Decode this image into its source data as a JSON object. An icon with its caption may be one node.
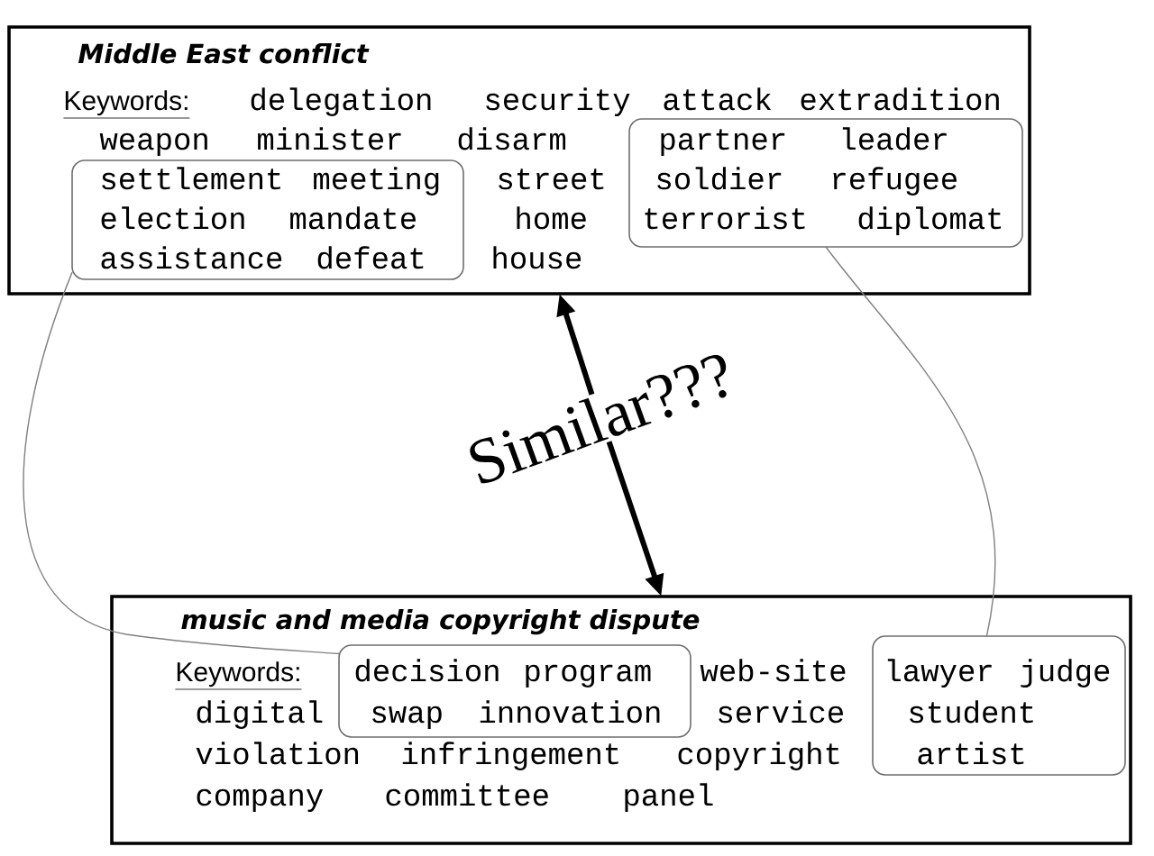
{
  "diagram": {
    "nodes": [
      {
        "text": [
          "Middle East conflict",
          "Keywords:",
          "delegation",
          "security",
          "attack",
          "extradition",
          "weapon",
          "minister",
          "disarm",
          "street",
          "home",
          "house"
        ]
      },
      {
        "text": [
          "settlement",
          "meeting",
          "election",
          "mandate",
          "assistance",
          "defeat"
        ],
        "in": 0
      },
      {
        "text": [
          "partner",
          "leader",
          "soldier",
          "refugee",
          "terrorist",
          "diplomat"
        ],
        "in": 0
      },
      {
        "text": [
          "Similar???"
        ]
      },
      {
        "text": [
          "music and media copyright dispute",
          "Keywords:",
          "web-site",
          "digital",
          "service",
          "violation",
          "infringement",
          "copyright",
          "company",
          "committee",
          "panel"
        ]
      },
      {
        "text": [
          "decision",
          "program",
          "swap",
          "innovation"
        ],
        "in": 4
      },
      {
        "text": [
          "lawyer",
          "judge",
          "student",
          "artist"
        ],
        "in": 4
      }
    ],
    "edges": [
      {
        "from": 3,
        "to": 0,
        "arrow": "to",
        "style": "thick"
      },
      {
        "from": 3,
        "to": 4,
        "arrow": "to",
        "style": "thick"
      },
      {
        "from": 1,
        "to": 5,
        "arrow": "none",
        "color": "#808080"
      },
      {
        "from": 2,
        "to": 6,
        "arrow": "none",
        "color": "#808080"
      }
    ]
  }
}
